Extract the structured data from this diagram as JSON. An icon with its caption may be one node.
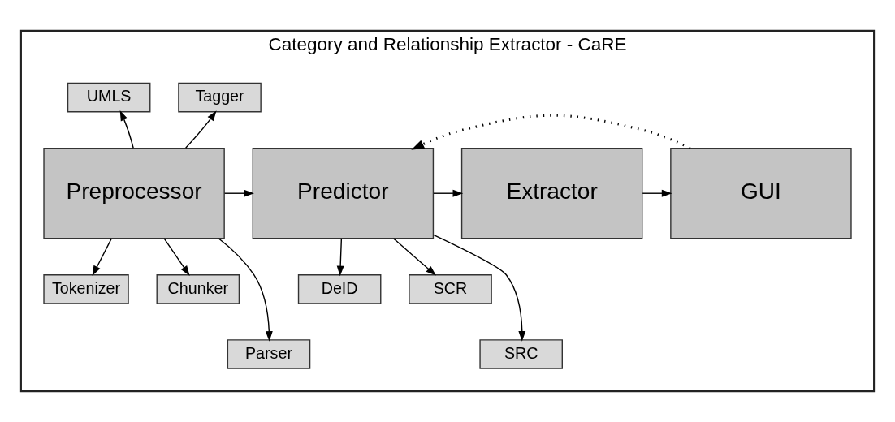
{
  "diagram": {
    "nodes": [
      {
        "text": [
          "Category and Relationship Extractor - CaRE"
        ]
      },
      {
        "text": [
          "Tagger"
        ],
        "in": 0
      },
      {
        "text": [
          "UMLS"
        ],
        "in": 0
      },
      {
        "text": [
          "Preprocessor"
        ],
        "in": 0
      },
      {
        "text": [
          "Predictor"
        ],
        "in": 0
      },
      {
        "text": [
          "Extractor"
        ],
        "in": 0
      },
      {
        "text": [
          "GUI"
        ],
        "in": 0
      },
      {
        "text": [
          "Tokenizer"
        ],
        "in": 0
      },
      {
        "text": [
          "Chunker"
        ],
        "in": 0
      },
      {
        "text": [
          "DeID"
        ],
        "in": 0
      },
      {
        "text": [
          "SCR"
        ],
        "in": 0
      },
      {
        "text": [
          "SRC"
        ],
        "in": 0
      },
      {
        "text": [
          "Parser"
        ],
        "in": 0
      }
    ],
    "edges": [
      {
        "from": 3,
        "to": 1,
        "arrow": "to"
      },
      {
        "from": 3,
        "to": 2,
        "arrow": "to"
      },
      {
        "from": 3,
        "to": 4,
        "arrow": "to"
      },
      {
        "from": 4,
        "to": 5,
        "arrow": "to"
      },
      {
        "from": 5,
        "to": 6,
        "arrow": "to"
      },
      {
        "from": 6,
        "to": 4,
        "arrow": "to",
        "style": "dashed"
      },
      {
        "from": 3,
        "to": 7,
        "arrow": "to"
      },
      {
        "from": 3,
        "to": 12,
        "arrow": "to"
      },
      {
        "from": 3,
        "to": 8,
        "arrow": "to"
      },
      {
        "from": 4,
        "to": 9,
        "arrow": "to"
      },
      {
        "from": 4,
        "to": 11,
        "arrow": "to"
      },
      {
        "from": 4,
        "to": 10,
        "arrow": "to"
      }
    ]
  }
}
